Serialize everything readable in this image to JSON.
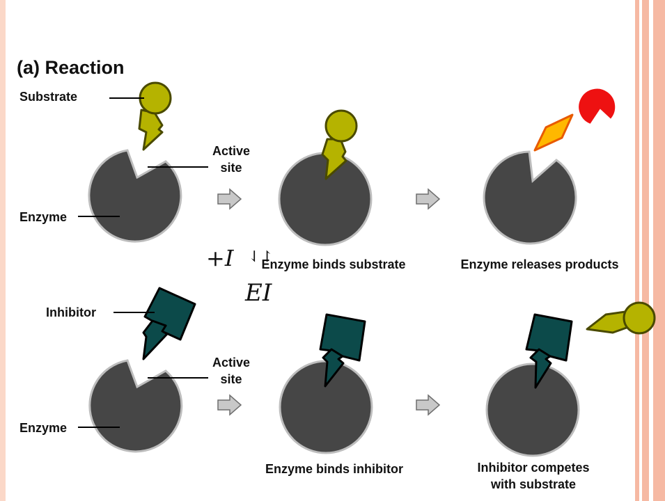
{
  "title": "(a) Reaction",
  "labels": {
    "substrate": "Substrate",
    "active_site_top_1": "Active",
    "active_site_top_2": "site",
    "enzyme_top": "Enzyme",
    "inhibitor": "Inhibitor",
    "active_site_bottom_1": "Active",
    "active_site_bottom_2": "site",
    "enzyme_bottom": "Enzyme"
  },
  "captions": {
    "binds_substrate": "Enzyme binds substrate",
    "releases_products": "Enzyme releases products",
    "binds_inhibitor": "Enzyme binds inhibitor",
    "competes_1": "Inhibitor competes",
    "competes_2": "with substrate"
  },
  "overlay_math": {
    "plus_i": "+I",
    "arrows": "⇃↾",
    "ei": "EI"
  },
  "colors": {
    "enzyme": "#464646",
    "enzyme_outline": "#bdbdbd",
    "substrate": "#b5b300",
    "substrate_outline": "#4a4a00",
    "inhibitor": "#0c4a4a",
    "product_diamond": "#ffb800",
    "product_diamond_outline": "#e85a00",
    "product_circle": "#ee1111",
    "arrow_fill": "#c8c8c8",
    "arrow_outline": "#6e6e6e",
    "border": "#f6b9a3"
  }
}
